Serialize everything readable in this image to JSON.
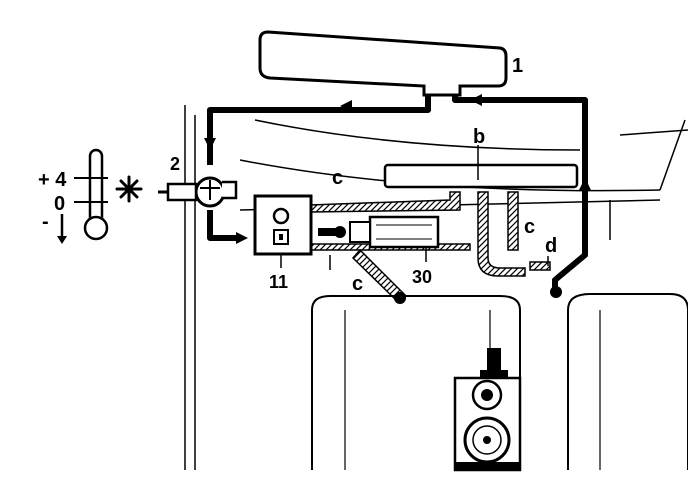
{
  "callouts": {
    "reservoir": "1",
    "valve": "2",
    "control_unit": "11",
    "heater": "30",
    "hose_c_top": "c",
    "hose_c_right": "c",
    "hose_c_bottom": "c",
    "vent_b": "b",
    "connector_d": "d"
  },
  "thermometer": {
    "plus_label": "+ 4",
    "zero_label": "0",
    "minus_label": "-"
  },
  "icons": {
    "frost": "snowflake-icon",
    "temperature": "thermometer-icon"
  },
  "colors": {
    "ink": "#000000",
    "paper": "#ffffff"
  }
}
